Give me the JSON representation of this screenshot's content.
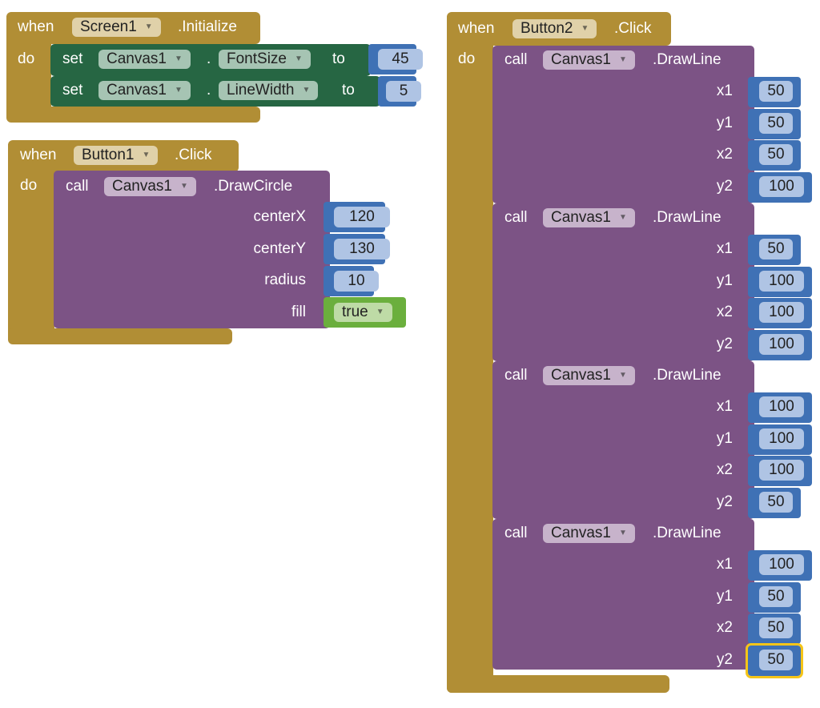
{
  "colors": {
    "event": "#B18E35",
    "setter": "#266643",
    "method": "#7C5385",
    "number": "#3F71B5",
    "logic": "#6BAF3D",
    "selected": "#F5C518"
  },
  "labels": {
    "when": "when",
    "do": "do",
    "set": "set",
    "to": "to",
    "call": "call",
    "dot": "."
  },
  "screen_init": {
    "component": "Screen1",
    "event": ".Initialize",
    "setters": [
      {
        "component": "Canvas1",
        "property": "FontSize",
        "value": "45"
      },
      {
        "component": "Canvas1",
        "property": "LineWidth",
        "value": "5"
      }
    ]
  },
  "button1_click": {
    "component": "Button1",
    "event": ".Click",
    "call": {
      "component": "Canvas1",
      "method": ".DrawCircle",
      "args": [
        {
          "name": "centerX",
          "value": "120"
        },
        {
          "name": "centerY",
          "value": "130"
        },
        {
          "name": "radius",
          "value": "10"
        },
        {
          "name": "fill",
          "value": "true"
        }
      ]
    }
  },
  "button2_click": {
    "component": "Button2",
    "event": ".Click",
    "calls": [
      {
        "component": "Canvas1",
        "method": ".DrawLine",
        "args": [
          {
            "name": "x1",
            "value": "50"
          },
          {
            "name": "y1",
            "value": "50"
          },
          {
            "name": "x2",
            "value": "50"
          },
          {
            "name": "y2",
            "value": "100"
          }
        ]
      },
      {
        "component": "Canvas1",
        "method": ".DrawLine",
        "args": [
          {
            "name": "x1",
            "value": "50"
          },
          {
            "name": "y1",
            "value": "100"
          },
          {
            "name": "x2",
            "value": "100"
          },
          {
            "name": "y2",
            "value": "100"
          }
        ]
      },
      {
        "component": "Canvas1",
        "method": ".DrawLine",
        "args": [
          {
            "name": "x1",
            "value": "100"
          },
          {
            "name": "y1",
            "value": "100"
          },
          {
            "name": "x2",
            "value": "100"
          },
          {
            "name": "y2",
            "value": "50"
          }
        ]
      },
      {
        "component": "Canvas1",
        "method": ".DrawLine",
        "args": [
          {
            "name": "x1",
            "value": "100"
          },
          {
            "name": "y1",
            "value": "50"
          },
          {
            "name": "x2",
            "value": "50"
          },
          {
            "name": "y2",
            "value": "50"
          }
        ]
      }
    ]
  }
}
